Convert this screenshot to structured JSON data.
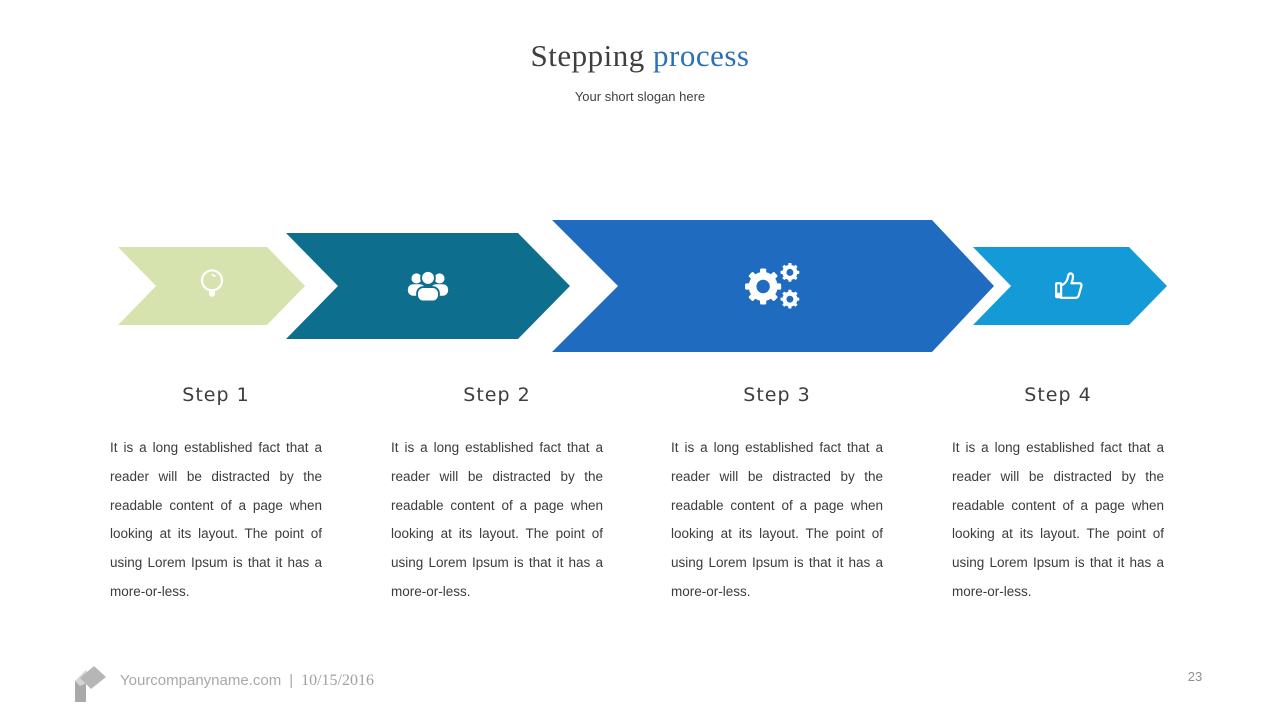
{
  "header": {
    "title_primary": "Stepping",
    "title_accent": "process",
    "subtitle": "Your short slogan here"
  },
  "steps": [
    {
      "title": "Step 1",
      "description": "It is a long established fact that a reader will be distracted by the readable content of a page when looking at its layout. The point of using Lorem Ipsum is that it has a more-or-less.",
      "icon": "lightbulb-icon",
      "arrow_color": "#d7e3ae"
    },
    {
      "title": "Step 2",
      "description": "It is a long established fact that a reader will be distracted by the readable content of a page when looking at its layout. The point of using Lorem Ipsum is that it has a more-or-less.",
      "icon": "users-icon",
      "arrow_color": "#0e6e8e"
    },
    {
      "title": "Step 3",
      "description": "It is a long established fact that a reader will be distracted by the readable content of a page when looking at its layout. The point of using Lorem Ipsum is that it has a more-or-less.",
      "icon": "gears-icon",
      "arrow_color": "#1e6bc0"
    },
    {
      "title": "Step 4",
      "description": "It is a long established fact that a reader will be distracted by the readable content of a page when looking at its layout. The point of using Lorem Ipsum is that it has a more-or-less.",
      "icon": "thumbs-up-icon",
      "arrow_color": "#149bd7"
    }
  ],
  "footer": {
    "company": "Yourcompanyname.com",
    "separator": "|",
    "date": "10/15/2016",
    "page_number": "23"
  },
  "colors": {
    "title_primary": "#3f3f3f",
    "title_accent": "#2a70b8",
    "body_text": "#3b3b3b",
    "footer_text": "#a8a8a8",
    "icon": "#ffffff"
  }
}
